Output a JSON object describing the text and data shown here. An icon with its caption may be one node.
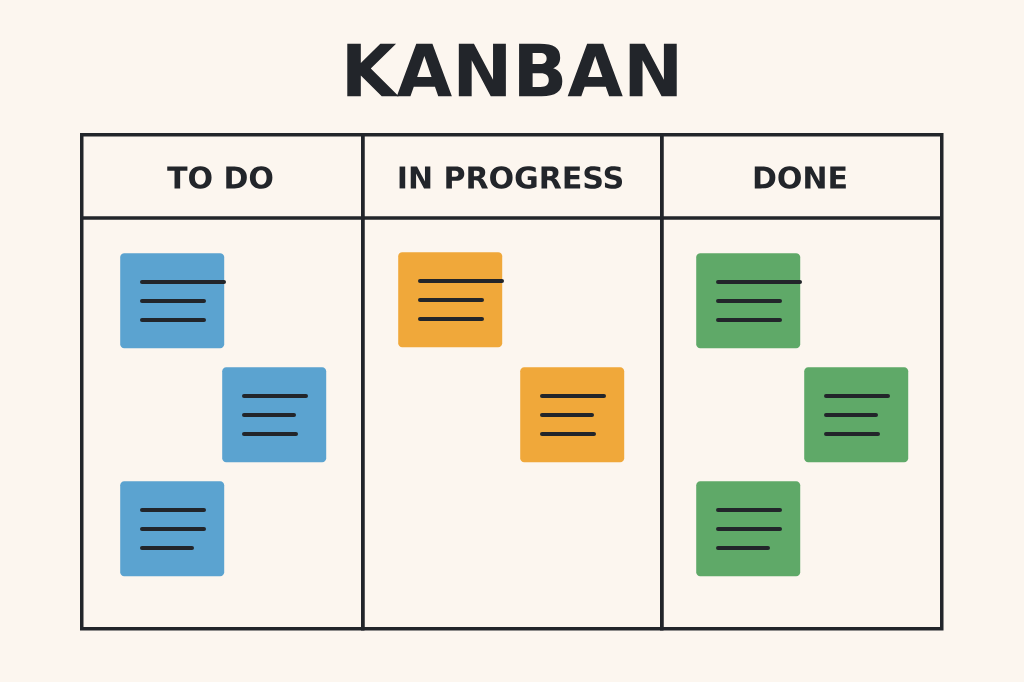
{
  "diagram": {
    "title": "KANBAN",
    "nodes": [
      {
        "text": [
          "TO DO"
        ]
      },
      {
        "text": [],
        "shape": "box",
        "in": 0
      },
      {
        "text": [],
        "shape": "box",
        "in": 0
      },
      {
        "text": [],
        "shape": "box",
        "in": 0
      },
      {
        "text": [
          "IN PROGRESS"
        ]
      },
      {
        "text": [],
        "shape": "box",
        "in": 4
      },
      {
        "text": [],
        "shape": "box",
        "in": 4
      },
      {
        "text": [
          "DONE"
        ]
      },
      {
        "text": [],
        "shape": "box",
        "in": 7
      },
      {
        "text": [],
        "shape": "box",
        "in": 7
      },
      {
        "text": [],
        "shape": "box",
        "in": 7
      }
    ]
  }
}
